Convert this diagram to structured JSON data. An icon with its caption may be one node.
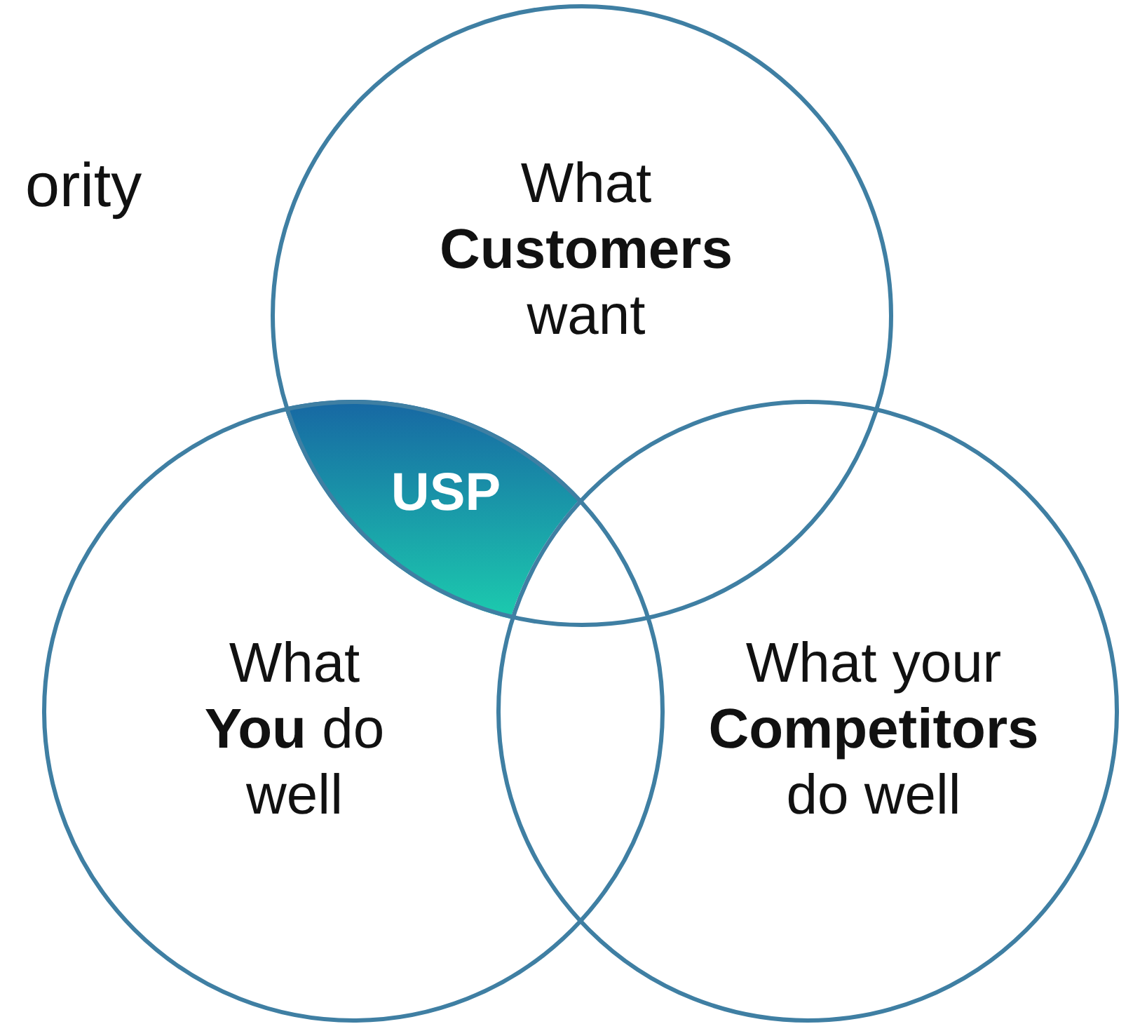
{
  "diagram": {
    "nodes": [
      {
        "text": [
          "What **Customers** want"
        ]
      },
      {
        "text": [
          "USP"
        ]
      },
      {
        "text": [
          "What **You** do well"
        ]
      },
      {
        "text": [
          "What your **Competitors** do well"
        ]
      }
    ],
    "labels": [
      "ority"
    ]
  }
}
